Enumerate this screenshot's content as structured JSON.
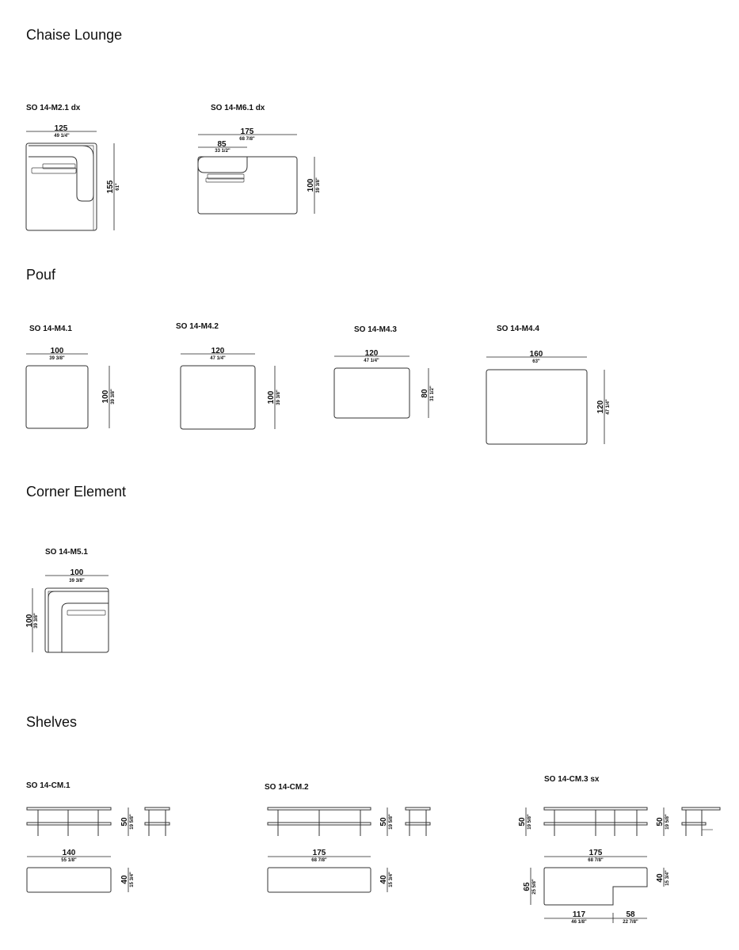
{
  "sections": {
    "chaise": "Chaise Lounge",
    "pouf": "Pouf",
    "corner": "Corner Element",
    "shelves": "Shelves"
  },
  "codes": {
    "m21": "SO 14-M2.1 dx",
    "m61": "SO 14-M6.1 dx",
    "m41": "SO 14-M4.1",
    "m42": "SO 14-M4.2",
    "m43": "SO 14-M4.3",
    "m44": "SO 14-M4.4",
    "m51": "SO 14-M5.1",
    "cm1": "SO 14-CM.1",
    "cm2": "SO 14-CM.2",
    "cm3": "SO 14-CM.3 sx"
  },
  "dims": {
    "m21_w": "125",
    "m21_wi": "49 1/4\"",
    "m21_d": "155",
    "m21_di": "61\"",
    "m61_w": "175",
    "m61_wi": "68 7/8\"",
    "m61_s": "85",
    "m61_si": "33 1/2\"",
    "m61_d": "100",
    "m61_di": "39 3/8\"",
    "m41_w": "100",
    "m41_wi": "39 3/8\"",
    "m41_d": "100",
    "m41_di": "39 3/8\"",
    "m42_w": "120",
    "m42_wi": "47 1/4\"",
    "m42_d": "100",
    "m42_di": "39 3/8\"",
    "m43_w": "120",
    "m43_wi": "47 1/4\"",
    "m43_d": "80",
    "m43_di": "31 1/2\"",
    "m44_w": "160",
    "m44_wi": "63\"",
    "m44_d": "120",
    "m44_di": "47 1/4\"",
    "m51_w": "100",
    "m51_wi": "39 3/8\"",
    "m51_d": "100",
    "m51_di": "39 3/8\"",
    "cm1_h": "50",
    "cm1_hi": "19 5/8\"",
    "cm1_w": "140",
    "cm1_wi": "55 1/8\"",
    "cm1_d": "40",
    "cm1_di": "15 3/4\"",
    "cm2_h": "50",
    "cm2_hi": "19 5/8\"",
    "cm2_w": "175",
    "cm2_wi": "68 7/8\"",
    "cm2_d": "40",
    "cm2_di": "15 3/4\"",
    "cm3_hl": "50",
    "cm3_hli": "19 5/8\"",
    "cm3_hr": "50",
    "cm3_hri": "19 5/8\"",
    "cm3_w": "175",
    "cm3_wi": "68 7/8\"",
    "cm3_dl": "65",
    "cm3_dli": "25 5/8\"",
    "cm3_dr": "40",
    "cm3_dri": "15 3/4\"",
    "cm3_a": "117",
    "cm3_ai": "46 1/8\"",
    "cm3_b": "58",
    "cm3_bi": "22 7/8\""
  }
}
